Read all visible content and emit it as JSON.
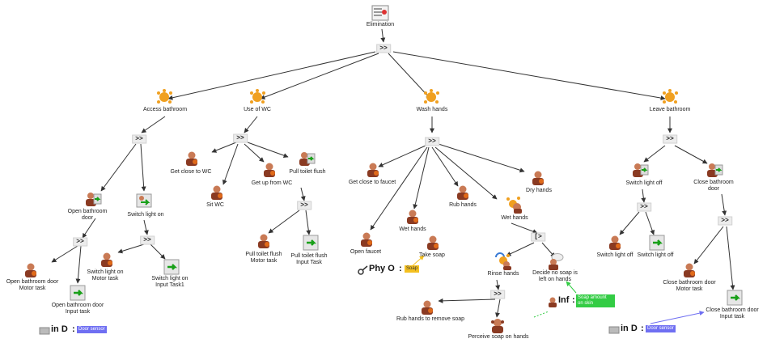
{
  "diagram": {
    "root": {
      "label": "Elimination"
    },
    "operators": {
      "root": ">>",
      "access": ">>",
      "wc": ">>",
      "wash": ">>",
      "leave": ">>",
      "open_door": ">>",
      "switch_on": ">>",
      "flush": ">>",
      "wet": "[>",
      "rinse": ">>",
      "switch_off": ">>",
      "close_door": ">>"
    },
    "goals": {
      "access": "Access bathroom",
      "wc": "Use of WC",
      "wash": "Wash hands",
      "leave": "Leave bathroom"
    },
    "tasks": {
      "open_bathroom_door": "Open bathroom door",
      "switch_light_on": "Switch light on",
      "open_door_motor": "Open bathroom door Motor task",
      "open_door_input": "Open bathroom door Input task",
      "switch_on_motor": "Switch light on Motor task",
      "switch_on_input": "Switch light on Input Task1",
      "get_close_wc": "Get close to WC",
      "sit_wc": "Sit WC",
      "get_up_wc": "Get up from WC",
      "pull_flush": "Pull toilet flush",
      "pull_flush_motor": "Pull toilet flush Motor task",
      "pull_flush_input": "Pull toilet flush Input Task",
      "get_close_faucet": "Get close to faucet",
      "open_faucet": "Open faucet",
      "wet_hands_a": "Wet hands",
      "take_soap": "Take soap",
      "rub_hands": "Rub hands",
      "wet_hands_b": "Wet hands",
      "dry_hands": "Dry hands",
      "rinse_hands": "Rinse hands",
      "decide_no_soap": "Decide no soap is left on hands",
      "rub_remove_soap": "Rub hands to remove soap",
      "perceive_soap": "Perceive soap on hands",
      "switch_light_off_parent": "Switch light off",
      "close_bathroom_door": "Close bathroom door",
      "switch_light_off_a": "Switch light off",
      "switch_light_off_b": "Switch light off",
      "close_door_motor": "Close bathroom door Motor task",
      "close_door_input": "Close bathroom door Input task"
    },
    "objects": {
      "door_sensor_left": {
        "prefix": "in D",
        "sep": ":",
        "tag": "Door sensor",
        "color": "#6f6ff2"
      },
      "soap": {
        "prefix": "Phy O",
        "sep": ":",
        "tag": "Soap",
        "color": "#f4c020"
      },
      "soap_amount": {
        "prefix": "Inf",
        "sep": ":",
        "tag": "Soap amount on skin",
        "color": "#33cc44"
      },
      "door_sensor_right": {
        "prefix": "in D",
        "sep": ":",
        "tag": "Door sensor",
        "color": "#6f6ff2"
      }
    },
    "colors": {
      "edge": "#333333",
      "link_arrow": "#f4c020",
      "link_arrow_green": "#33cc44",
      "link_arrow_blue": "#6f6ff2"
    }
  }
}
